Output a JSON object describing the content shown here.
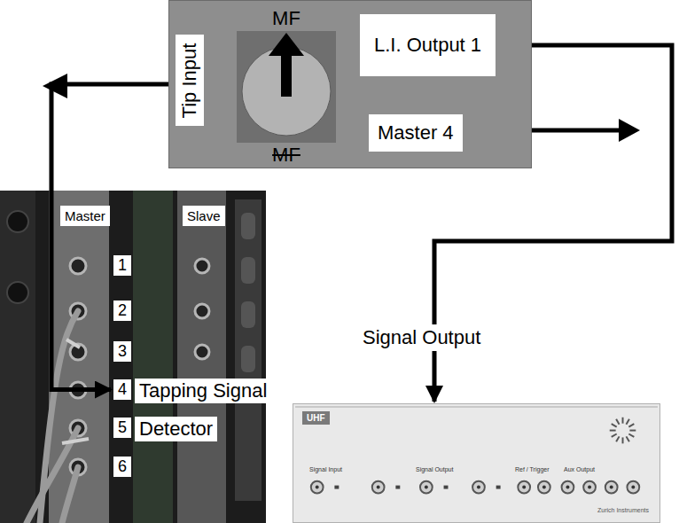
{
  "diagram": {
    "nodes": [
      {
        "text": [
          "Tip Input"
        ]
      },
      {
        "text": [
          "MF",
          "MF"
        ],
        "in": 0
      },
      {
        "text": [
          "L.I. Output 1"
        ],
        "in": 0
      },
      {
        "text": [
          "Master 4"
        ],
        "in": 0
      },
      {
        "text": [
          "Master"
        ]
      },
      {
        "text": [
          "Slave"
        ]
      },
      {
        "text": [
          "1"
        ]
      },
      {
        "text": [
          "2"
        ]
      },
      {
        "text": [
          "3"
        ]
      },
      {
        "text": [
          "4"
        ]
      },
      {
        "text": [
          "Tapping Signal"
        ]
      },
      {
        "text": [
          "5"
        ]
      },
      {
        "text": [
          "Detector"
        ]
      },
      {
        "text": [
          "6"
        ]
      },
      {
        "text": [
          "UHF",
          "Signal Input",
          "Signal Output",
          "Ref / Trigger",
          "Aux Output",
          "Zurich Instruments"
        ]
      }
    ],
    "edges": [
      {
        "from": 0,
        "to": 9,
        "arrow": "to"
      },
      {
        "from": 2,
        "to": 14,
        "arrow": "to",
        "label": "Signal Output"
      }
    ]
  }
}
